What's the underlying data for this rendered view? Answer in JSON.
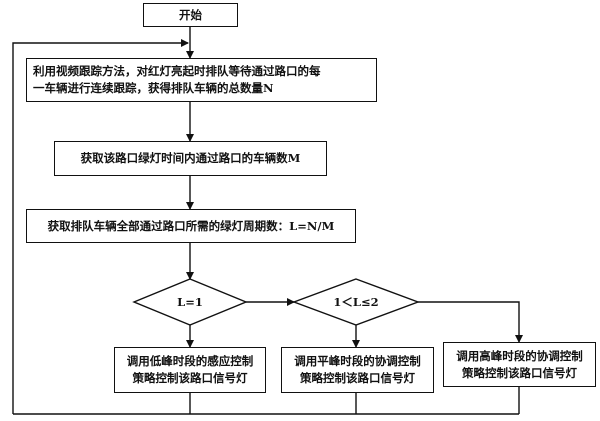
{
  "start": "开始",
  "step1": [
    "利用视频跟踪方法，对红灯亮起时排队等待通过路口的每",
    "一车辆进行连续跟踪，获得排队车辆的总数量N"
  ],
  "step2": "获取该路口绿灯时间内通过路口的车辆数M",
  "step3": "获取排队车辆全部通过路口所需的绿灯周期数：L=N/M",
  "decision1": "L=1",
  "decision2": "1＜L≤2",
  "low": [
    "调用低峰时段的感应控制",
    "策略控制该路口信号灯"
  ],
  "mid": [
    "调用平峰时段的协调控制",
    "策略控制该路口信号灯"
  ],
  "high": [
    "调用高峰时段的协调控制",
    "策略控制该路口信号灯"
  ]
}
